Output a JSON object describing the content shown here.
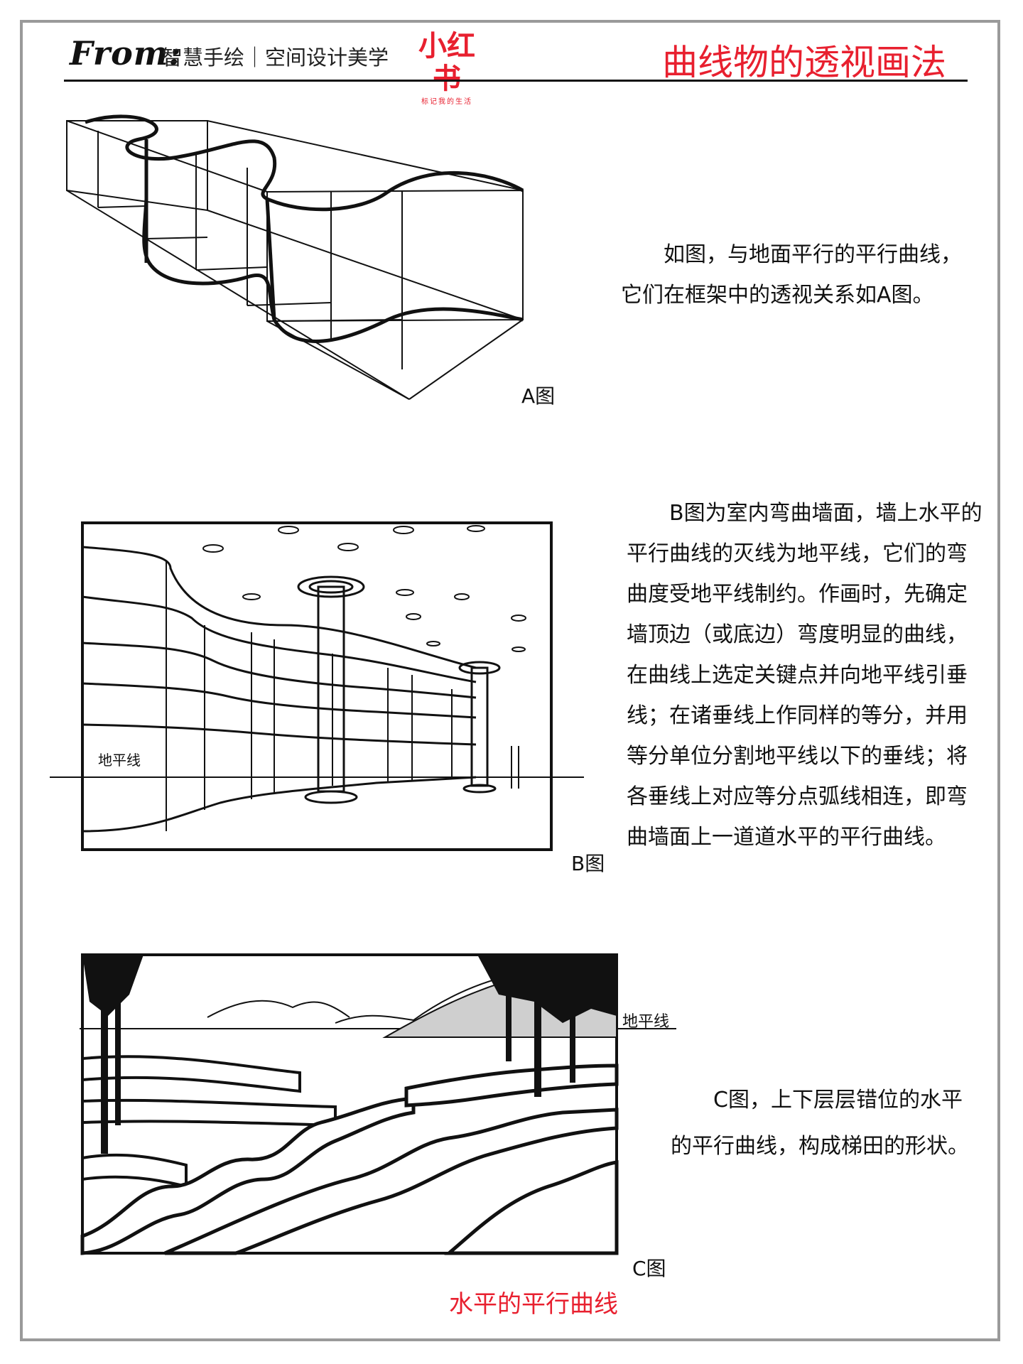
{
  "header": {
    "from": "From:",
    "source": "智慧手绘｜空间设计美学",
    "logo_main": "小红书",
    "logo_sub": "标记我的生活",
    "title": "曲线物的透视画法"
  },
  "figure_a": {
    "label": "A图",
    "text": "如图，与地面平行的平行曲线，它们在框架中的透视关系如A图。"
  },
  "figure_b": {
    "label": "B图",
    "horizon_label": "地平线",
    "text": "B图为室内弯曲墙面，墙上水平的平行曲线的灭线为地平线，它们的弯曲度受地平线制约。作画时，先确定墙顶边（或底边）弯度明显的曲线，在曲线上选定关键点并向地平线引垂线；在诸垂线上作同样的等分，并用等分单位分割地平线以下的垂线；将各垂线上对应等分点弧线相连，即弯曲墙面上一道道水平的平行曲线。"
  },
  "figure_c": {
    "label": "C图",
    "horizon_label": "地平线",
    "text": "C图，上下层层错位的水平的平行曲线，构成梯田的形状。"
  },
  "footer_caption": "水平的平行曲线",
  "colors": {
    "accent_red": "#e8202f",
    "ink": "#111111",
    "frame": "#9a9a9a"
  }
}
